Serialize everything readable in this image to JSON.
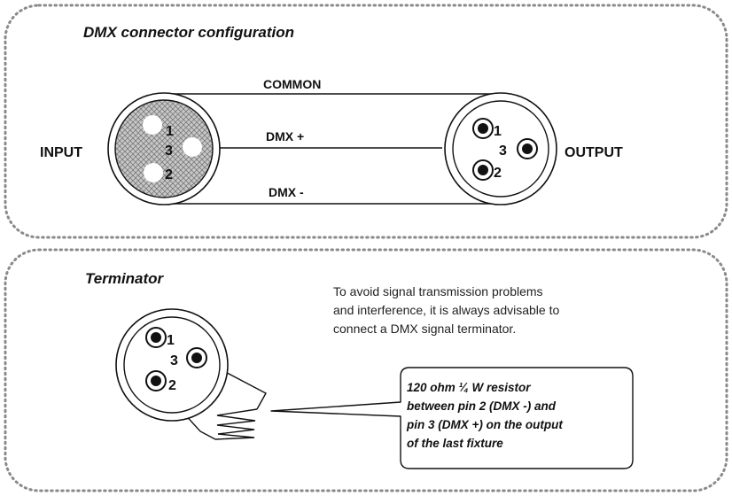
{
  "top_panel": {
    "title": "DMX connector configuration",
    "input_label": "INPUT",
    "output_label": "OUTPUT",
    "wire_common": "COMMON",
    "wire_plus": "DMX +",
    "wire_minus": "DMX -",
    "input_pins": [
      "1",
      "3",
      "2"
    ],
    "output_pins": [
      "1",
      "3",
      "2"
    ]
  },
  "bottom_panel": {
    "title": "Terminator",
    "note_lines": [
      "To avoid signal transmission problems",
      "and interference, it is always advisable to",
      "connect a DMX signal terminator."
    ],
    "terminator_pins": [
      "1",
      "3",
      "2"
    ],
    "callout_lines": [
      "120 ohm ¼ W resistor",
      "between pin 2 (DMX -) and",
      "pin 3 (DMX +) on the output",
      "of the last fixture"
    ]
  }
}
